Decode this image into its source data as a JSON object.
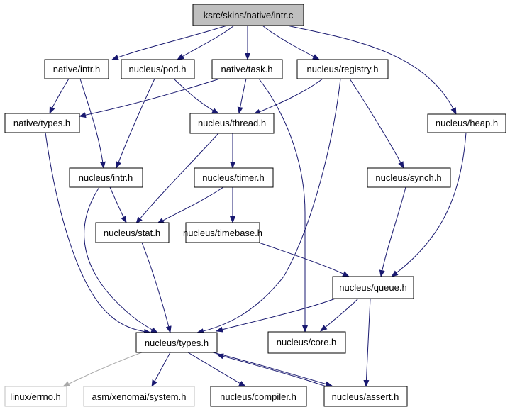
{
  "graph": {
    "nodes": {
      "root": "ksrc/skins/native/intr.c",
      "native_intr_h": "native/intr.h",
      "nucleus_pod_h": "nucleus/pod.h",
      "native_task_h": "native/task.h",
      "nucleus_registry_h": "nucleus/registry.h",
      "native_types_h": "native/types.h",
      "nucleus_thread_h": "nucleus/thread.h",
      "nucleus_heap_h": "nucleus/heap.h",
      "nucleus_intr_h": "nucleus/intr.h",
      "nucleus_timer_h": "nucleus/timer.h",
      "nucleus_synch_h": "nucleus/synch.h",
      "nucleus_stat_h": "nucleus/stat.h",
      "nucleus_timebase_h": "nucleus/timebase.h",
      "nucleus_queue_h": "nucleus/queue.h",
      "nucleus_types_h": "nucleus/types.h",
      "nucleus_core_h": "nucleus/core.h",
      "linux_errno_h": "linux/errno.h",
      "asm_xenomai_system_h": "asm/xenomai/system.h",
      "nucleus_compiler_h": "nucleus/compiler.h",
      "nucleus_assert_h": "nucleus/assert.h"
    },
    "colors": {
      "edge": "#191970",
      "missing_edge": "#a8a8a8",
      "root_fill": "#bfbfbf",
      "missing_border": "#bfbfbf"
    }
  }
}
